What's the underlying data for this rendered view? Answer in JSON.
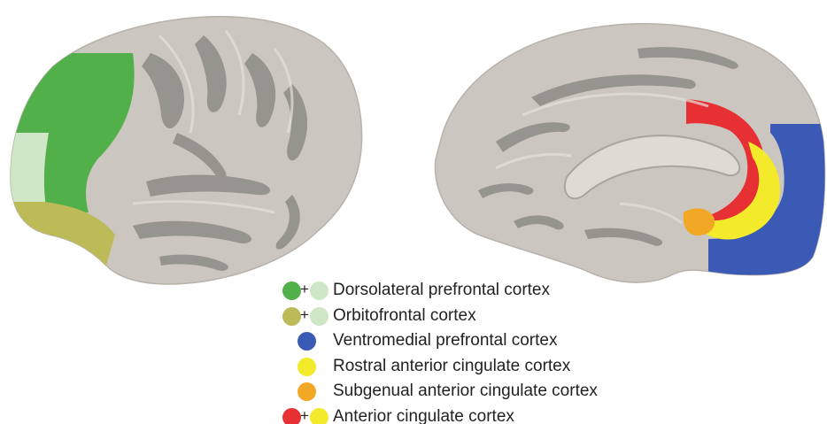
{
  "colors": {
    "cortex": "#cbc7c0",
    "sulcus": "#8e8b86",
    "dlpfc_dark": "#52b04a",
    "dlpfc_light": "#cfe7c6",
    "ofc": "#bdbb57",
    "vmpfc": "#3a5ab5",
    "racc": "#f2ea2a",
    "sgacc": "#f2a824",
    "acc": "#e63033"
  },
  "legend": [
    {
      "label": "Dorsolateral prefrontal cortex",
      "swatches": [
        "dlpfc_dark",
        "dlpfc_light"
      ],
      "plus": "+"
    },
    {
      "label": "Orbitofrontal cortex",
      "swatches": [
        "ofc",
        "dlpfc_light"
      ],
      "plus": "+"
    },
    {
      "label": "Ventromedial prefrontal cortex",
      "swatches": [
        "vmpfc"
      ]
    },
    {
      "label": "Rostral anterior cingulate cortex",
      "swatches": [
        "racc"
      ]
    },
    {
      "label": "Subgenual anterior cingulate cortex",
      "swatches": [
        "sgacc"
      ]
    },
    {
      "label": "Anterior cingulate cortex",
      "swatches": [
        "acc",
        "racc"
      ],
      "plus": "+"
    }
  ]
}
